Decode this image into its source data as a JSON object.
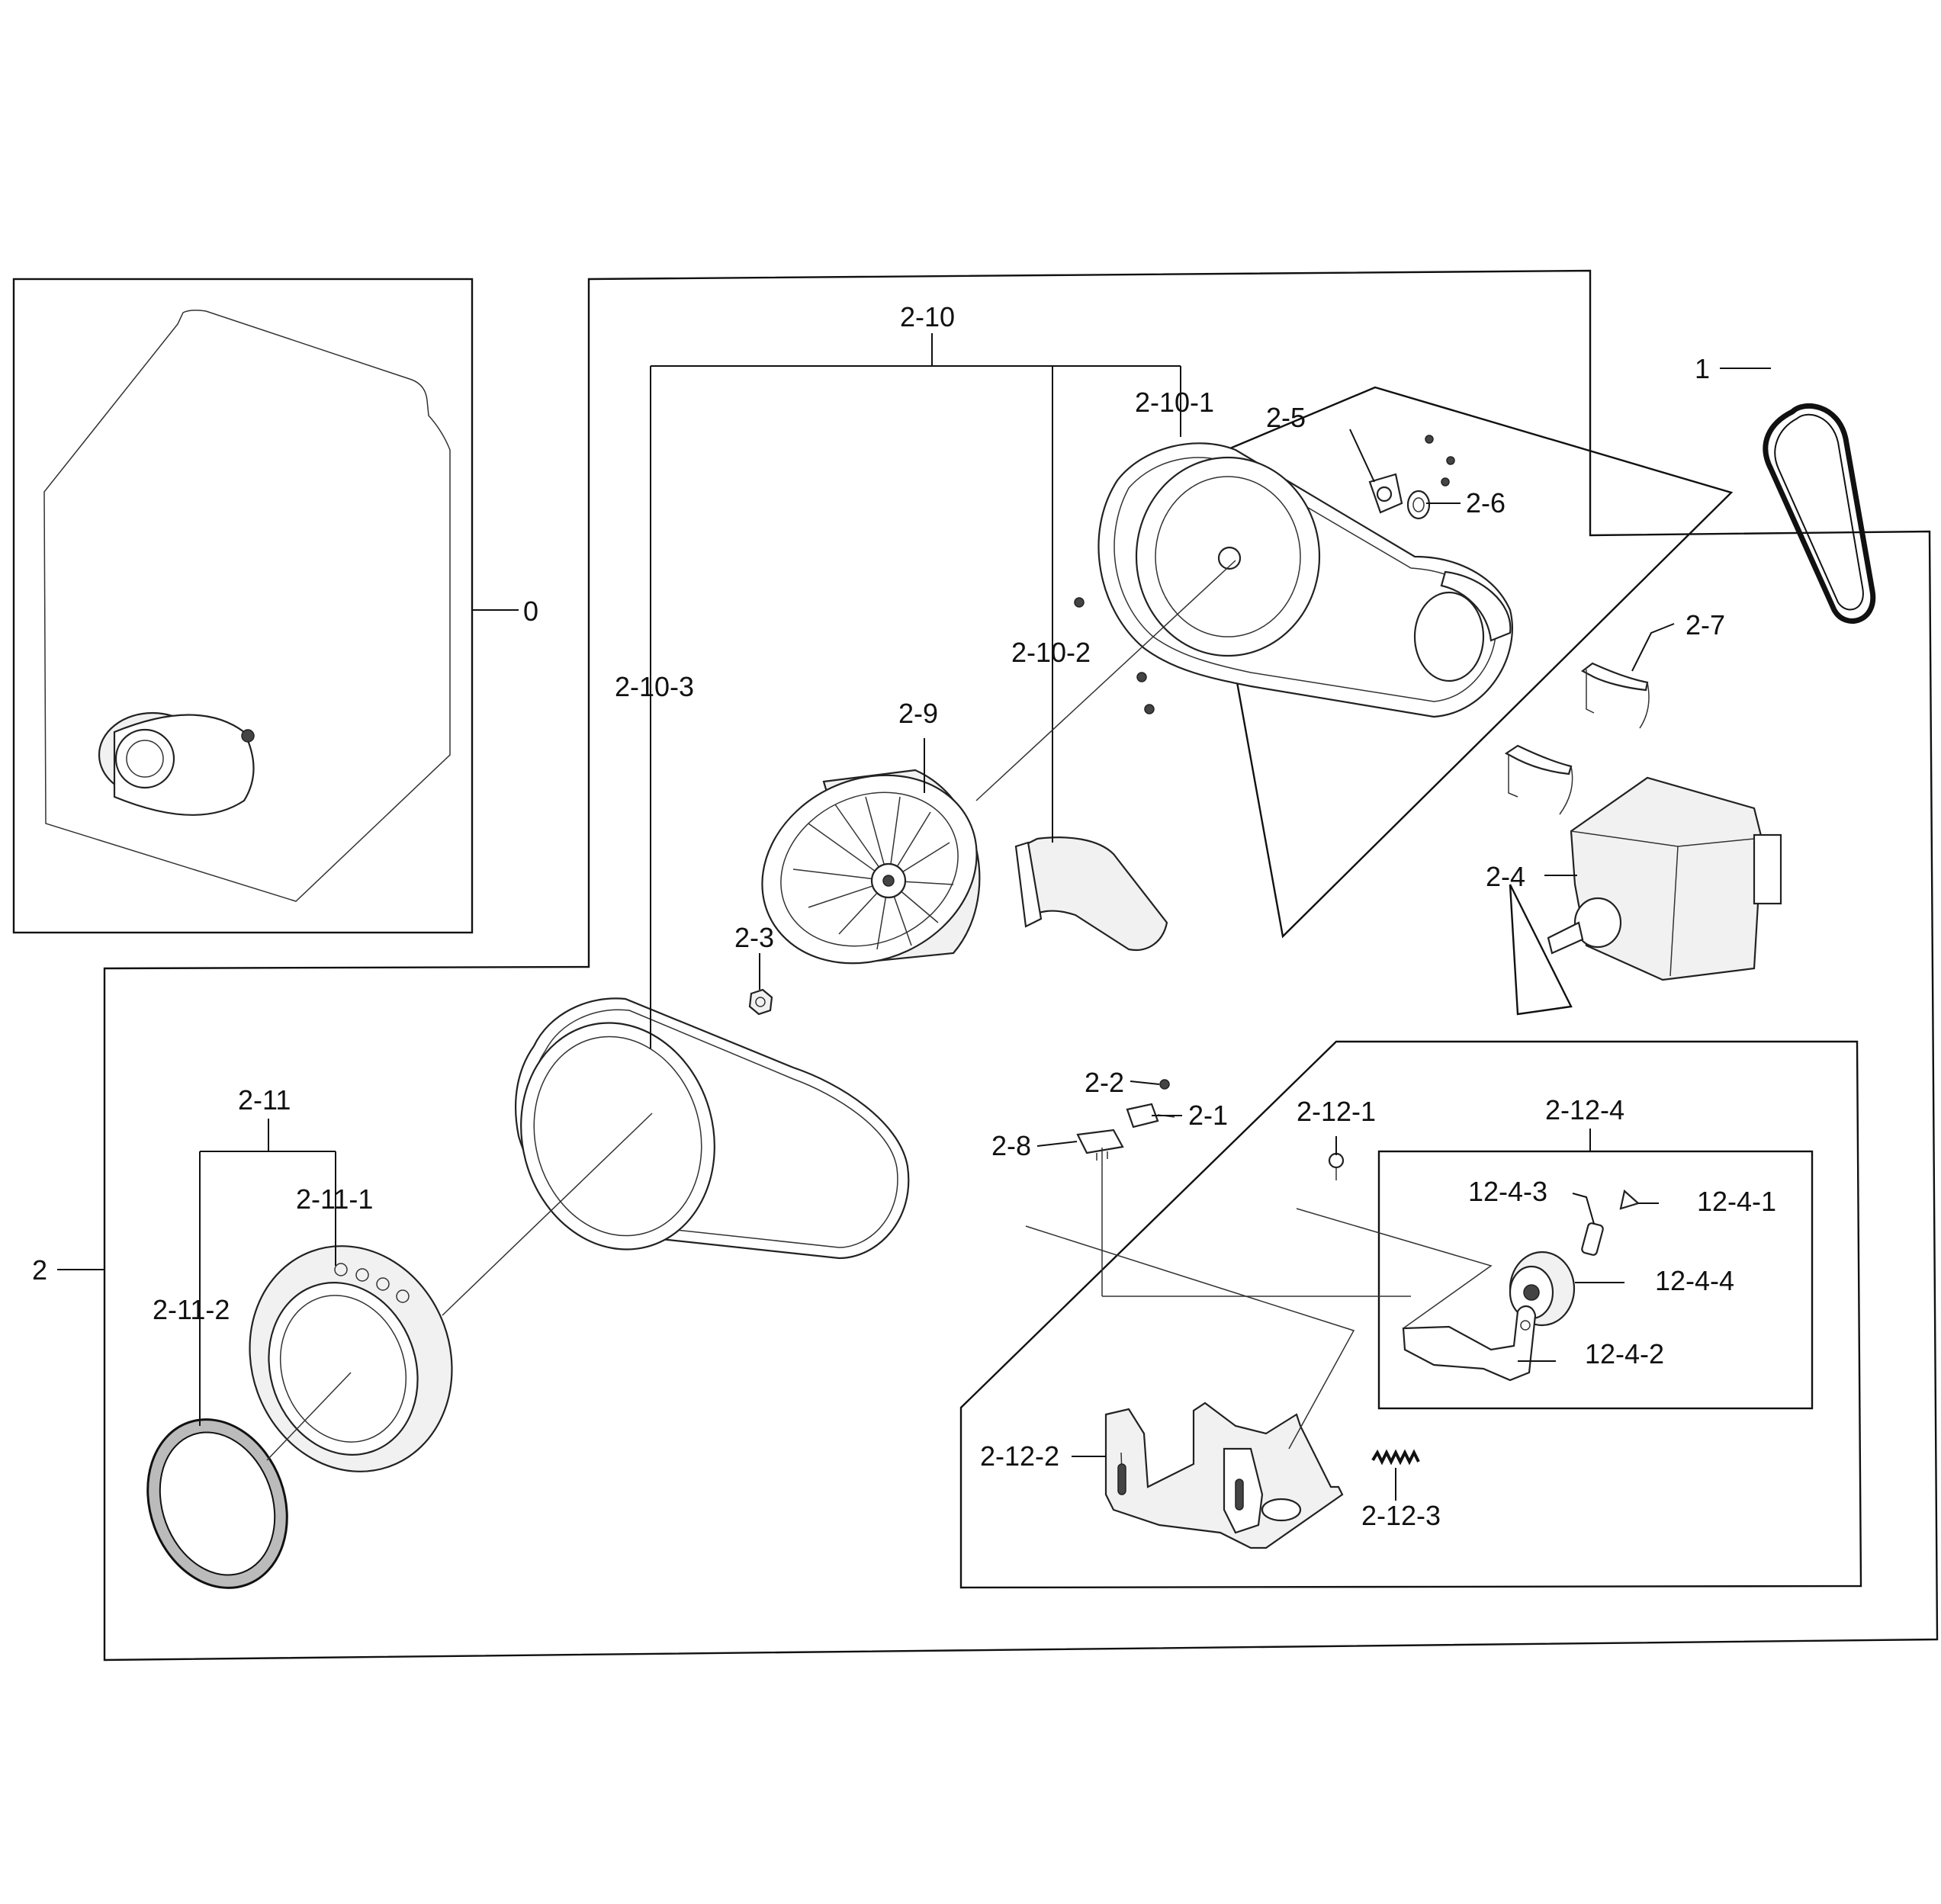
{
  "diagram": {
    "labels": {
      "l0": "0",
      "l1": "1",
      "l2": "2",
      "l2_1": "2-1",
      "l2_2": "2-2",
      "l2_3": "2-3",
      "l2_4": "2-4",
      "l2_5": "2-5",
      "l2_6": "2-6",
      "l2_7": "2-7",
      "l2_8": "2-8",
      "l2_9": "2-9",
      "l2_10": "2-10",
      "l2_10_1": "2-10-1",
      "l2_10_2": "2-10-2",
      "l2_10_3": "2-10-3",
      "l2_11": "2-11",
      "l2_11_1": "2-11-1",
      "l2_11_2": "2-11-2",
      "l2_12_1": "2-12-1",
      "l2_12_2": "2-12-2",
      "l2_12_3": "2-12-3",
      "l2_12_4": "2-12-4",
      "l12_4_1": "12-4-1",
      "l12_4_2": "12-4-2",
      "l12_4_3": "12-4-3",
      "l12_4_4": "12-4-4"
    },
    "colors": {
      "line": "#111111",
      "background": "#ffffff",
      "part_fill": "#f1f1f1"
    }
  }
}
